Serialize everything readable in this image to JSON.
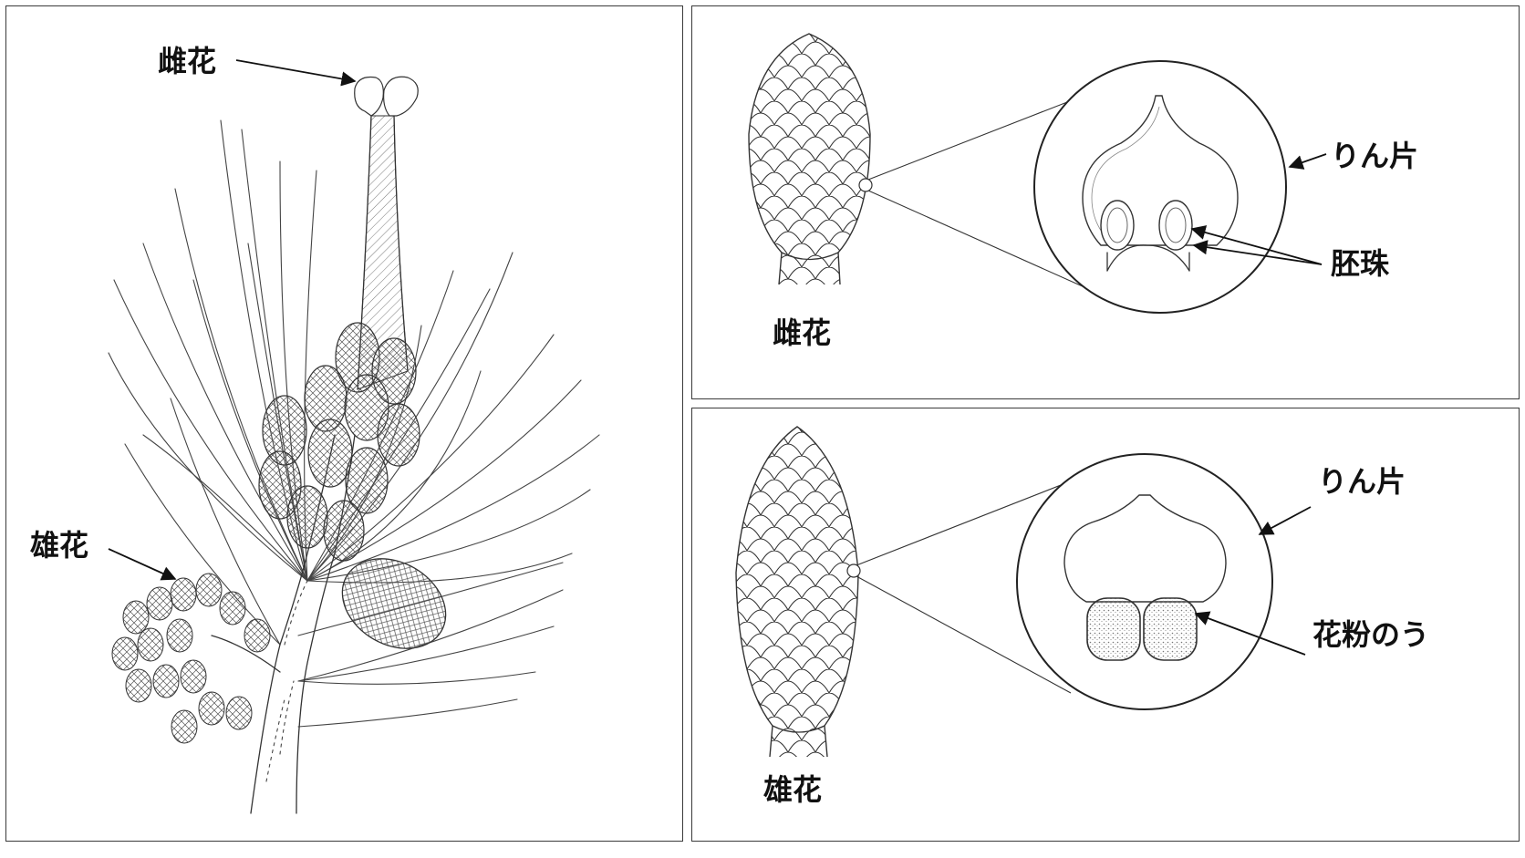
{
  "labels": {
    "left_female": "雌花",
    "left_male": "雄花",
    "tr_scale": "りん片",
    "tr_ovule": "胚珠",
    "tr_female": "雌花",
    "br_scale": "りん片",
    "br_pollen_sac": "花粉のう",
    "br_male": "雄花"
  },
  "colors": {
    "ink": "#333333",
    "border": "#3a3a3a",
    "background": "#ffffff",
    "stipple": "#777777"
  }
}
